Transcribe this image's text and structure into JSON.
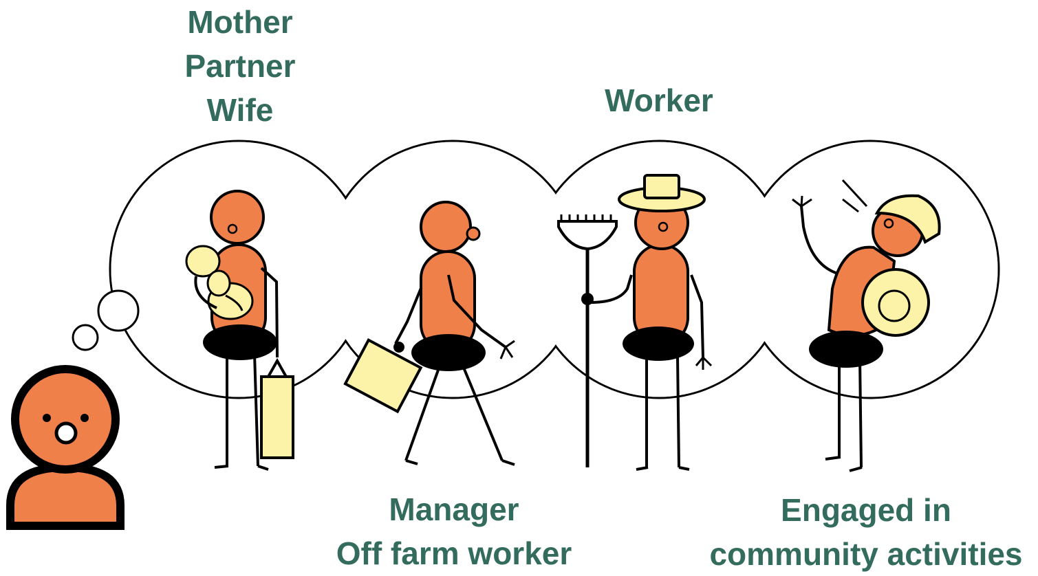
{
  "labels": {
    "mother_group": [
      "Mother",
      "Partner",
      "Wife"
    ],
    "worker": "Worker",
    "manager_group": [
      "Manager",
      "Off farm worker"
    ],
    "community_group": [
      "Engaged in",
      "community activities"
    ]
  },
  "colors": {
    "label_text": "#336b5c",
    "figure_body": "#f0804a",
    "accent_fill": "#fdf3a8",
    "outline": "#000000",
    "background": "#ffffff"
  },
  "icons": [
    "thinking-person-icon",
    "thought-bubble-icon",
    "mother-with-baby-icon",
    "manager-with-briefcase-icon",
    "worker-with-rake-icon",
    "community-person-icon"
  ]
}
